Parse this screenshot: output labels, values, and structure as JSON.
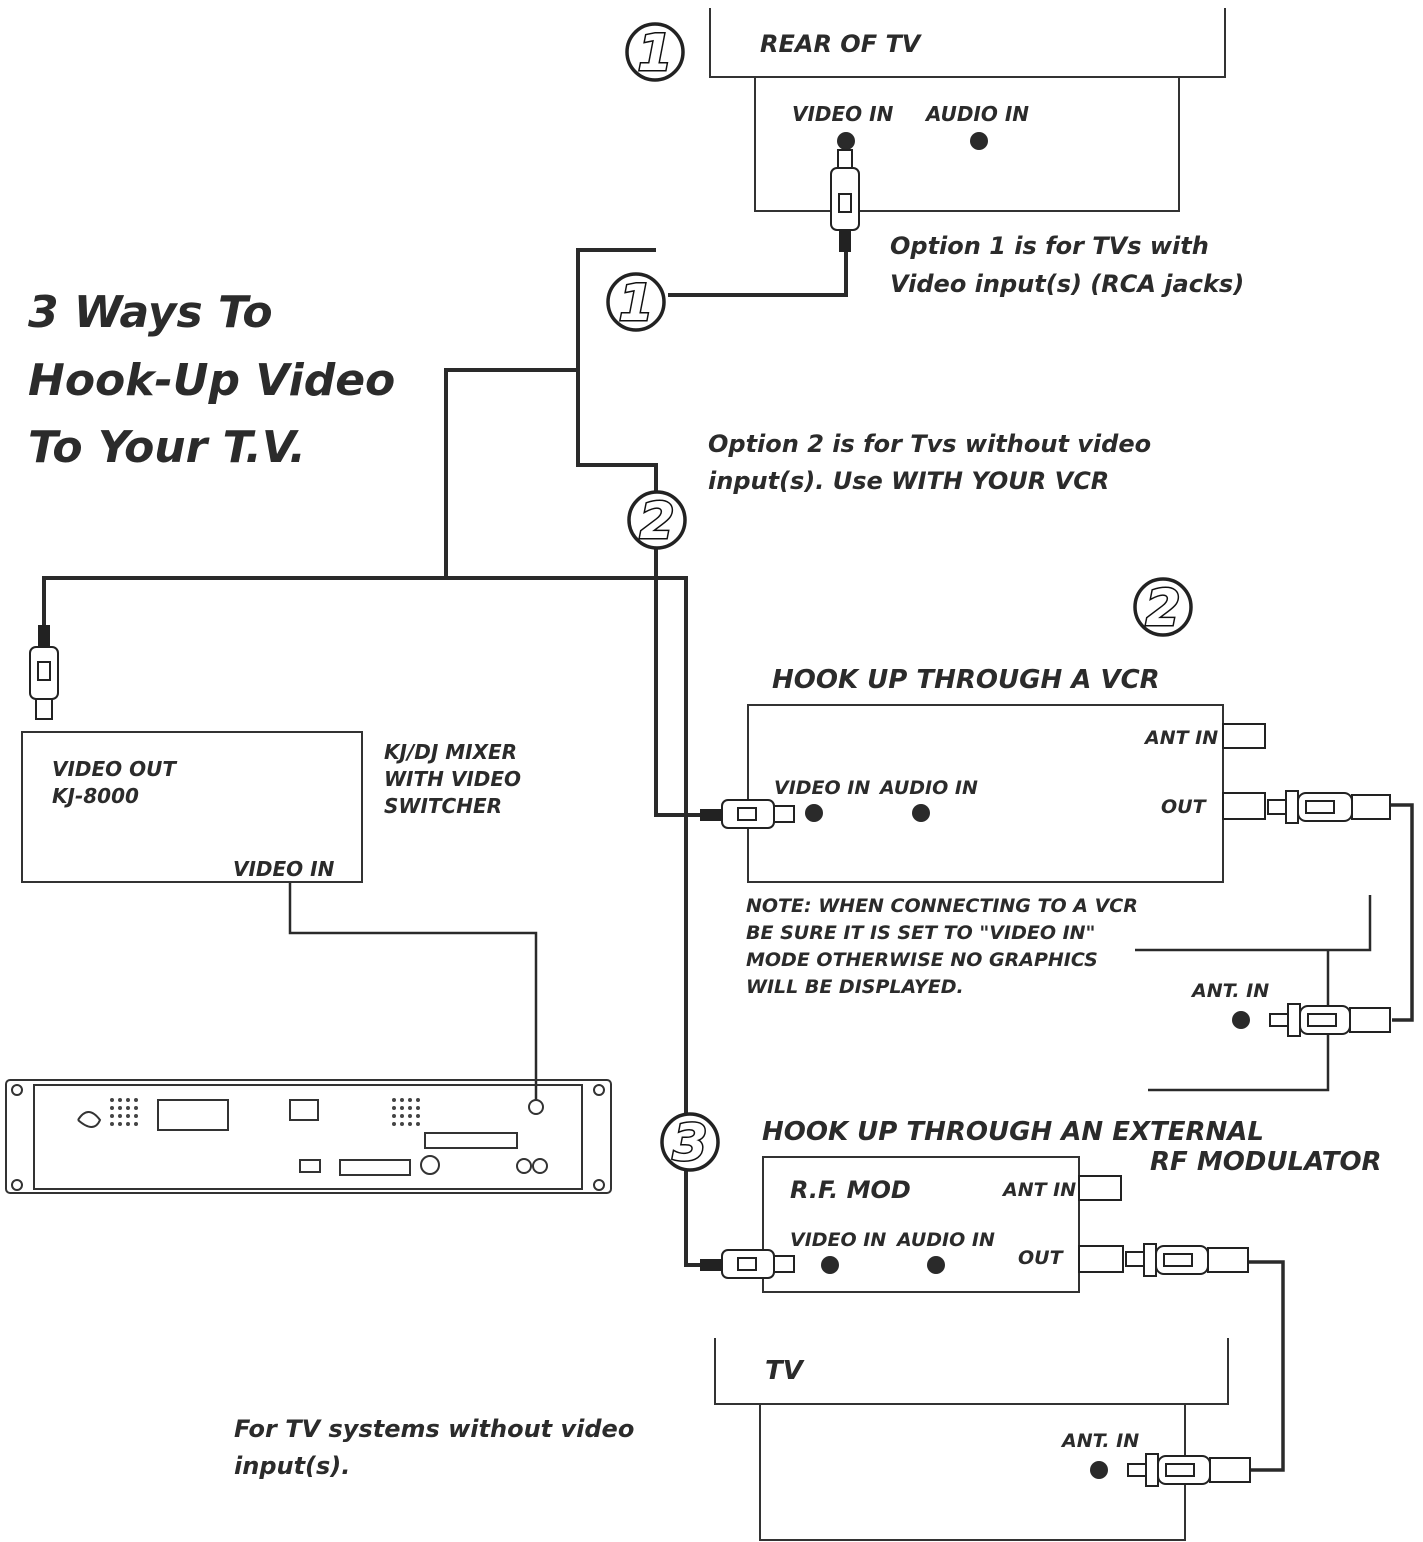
{
  "title": {
    "line1": "3 Ways To",
    "line2": "Hook-Up Video",
    "line3": "To Your T.V."
  },
  "rear_tv": {
    "title": "REAR OF TV",
    "video_in": "VIDEO IN",
    "audio_in": "AUDIO IN"
  },
  "option1": {
    "line1": "Option 1 is for TVs with",
    "line2": "Video input(s) (RCA jacks)"
  },
  "option2": {
    "line1": "Option 2 is for Tvs without video",
    "line2": "input(s). Use WITH YOUR VCR"
  },
  "mixer": {
    "video_out": "VIDEO OUT",
    "model": "KJ-8000",
    "video_in": "VIDEO IN",
    "desc1": "KJ/DJ MIXER",
    "desc2": "WITH VIDEO",
    "desc3": "SWITCHER"
  },
  "vcr": {
    "heading": "HOOK UP THROUGH A VCR",
    "ant_in": "ANT IN",
    "video_in": "VIDEO IN",
    "audio_in": "AUDIO IN",
    "out": "OUT"
  },
  "note": {
    "line1": "NOTE: WHEN CONNECTING TO A VCR",
    "line2": "BE SURE IT IS SET TO \"VIDEO IN\"",
    "line3": "MODE OTHERWISE NO GRAPHICS",
    "line4": "WILL BE DISPLAYED."
  },
  "tv2_ant_in": "ANT. IN",
  "rf": {
    "heading1": "HOOK UP THROUGH AN EXTERNAL",
    "heading2": "RF MODULATOR",
    "title": "R.F. MOD",
    "ant_in": "ANT IN",
    "video_in": "VIDEO IN",
    "audio_in": "AUDIO IN",
    "out": "OUT"
  },
  "tv3": {
    "title": "TV",
    "ant_in": "ANT. IN"
  },
  "option3": {
    "line1": "For TV systems without video",
    "line2": "input(s)."
  },
  "markers": {
    "one": "1",
    "two": "2",
    "three": "3"
  },
  "colors": {
    "ink": "#2a2a2a",
    "background": "#ffffff"
  }
}
